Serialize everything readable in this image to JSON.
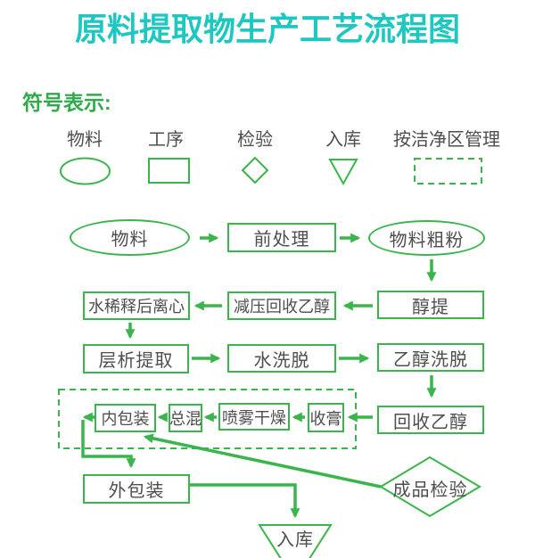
{
  "title": "原料提取物生产工艺流程图",
  "legend": {
    "heading": "符号表示:",
    "items": [
      {
        "label": "物料",
        "shape": "ellipse"
      },
      {
        "label": "工序",
        "shape": "rect"
      },
      {
        "label": "检验",
        "shape": "diamond"
      },
      {
        "label": "入库",
        "shape": "triangle-down"
      },
      {
        "label": "按洁净区管理",
        "shape": "dashed-rect"
      }
    ]
  },
  "nodes": {
    "material": "物料",
    "pretreatment": "前处理",
    "coarse_powder": "物料粗粉",
    "alcohol_extraction": "醇提",
    "vacuum_ethanol_recovery": "减压回收乙醇",
    "water_dilution_centrifuge": "水稀释后离心",
    "chromatography_extraction": "层析提取",
    "water_elution": "水洗脱",
    "ethanol_elution": "乙醇洗脱",
    "ethanol_recovery": "回收乙醇",
    "paste_collection": "收膏",
    "spray_drying": "喷雾干燥",
    "total_mixing": "总混",
    "inner_packaging": "内包装",
    "outer_packaging": "外包装",
    "finished_product_inspection": "成品检验",
    "warehousing": "入库"
  },
  "colors": {
    "title": "#1ec7c0",
    "green": "#3ab54c",
    "heading_green": "#2fab4b",
    "text": "#4e4e4e"
  }
}
